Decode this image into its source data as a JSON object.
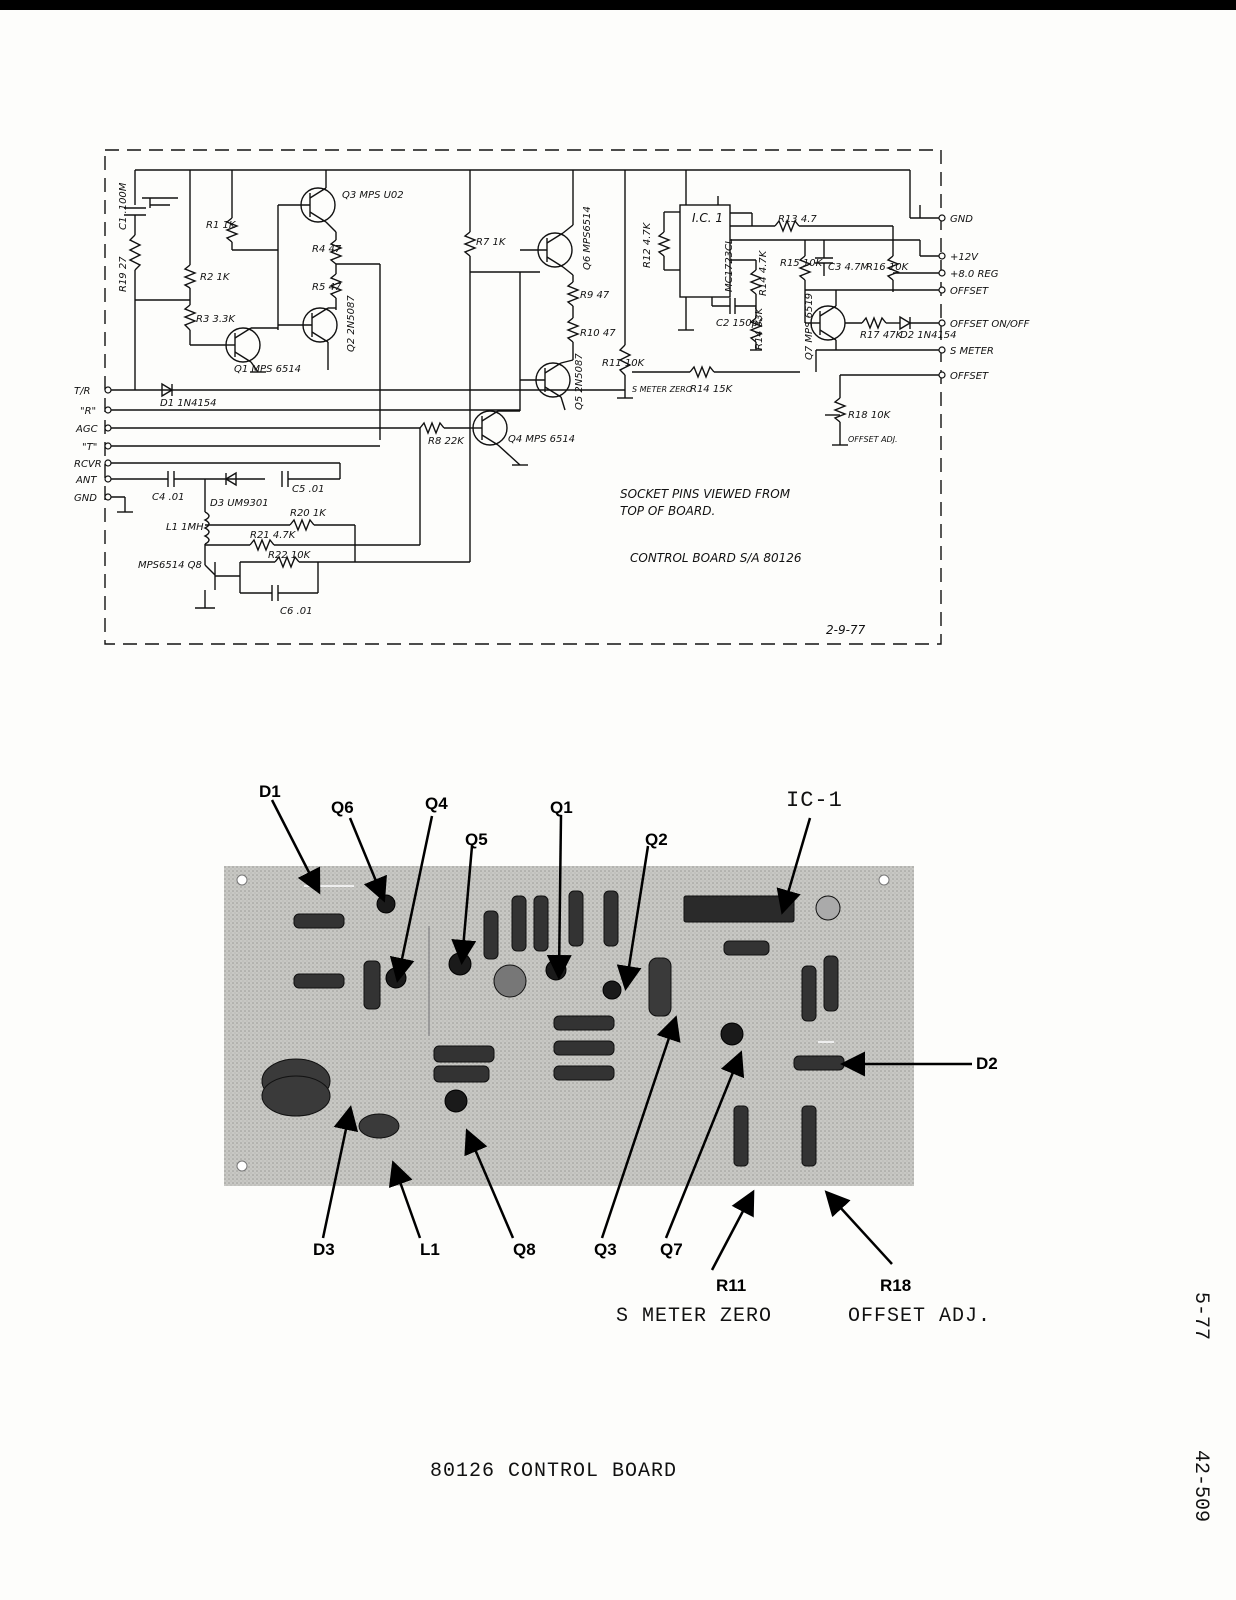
{
  "schematic": {
    "terminals_left": [
      "T/R",
      "\"R\"",
      "AGC",
      "\"T\"",
      "RCVR",
      "ANT",
      "GND"
    ],
    "terminals_right": [
      "GND",
      "+12V",
      "+8.0 REG",
      "OFFSET",
      "OFFSET ON/OFF",
      "S METER",
      "OFFSET"
    ],
    "components": {
      "c1": "C1 .100M",
      "r19": "R19 27",
      "r1": "R1 1K",
      "r2": "R2 1K",
      "r3": "R3 3.3K",
      "q1": "Q1 MPS 6514",
      "q2": "Q2 2N5087",
      "q3": "Q3 MPS U02",
      "r4": "R4 47",
      "r5": "R5 47",
      "d1": "D1 1N4154",
      "r7": "R7 1K",
      "q6": "Q6 MPS6514",
      "r9": "R9 47",
      "r10": "R10 47",
      "q5": "Q5 2N5087",
      "q4": "Q4 MPS 6514",
      "r8": "R8 22K",
      "ic1": "I.C. 1",
      "ic1_part": "MC1723CL",
      "r12": "R12 4.7K",
      "r13": "R13 4.7",
      "c2": "C2 150pf",
      "r14": "R14 33K",
      "r14b": "R14 4.7K",
      "r15": "R15 10K",
      "c3": "C3 4.7M",
      "r16": "R16 10K",
      "q7": "Q7 MPS 6519",
      "r17": "R17 47K",
      "d2": "D2 1N4154",
      "r11": "R11 10K",
      "r11_note": "S METER ZERO",
      "r14c": "R14 15K",
      "r18": "R18 10K",
      "r18_note": "OFFSET ADJ.",
      "c4": "C4 .01",
      "d3": "D3 UM9301",
      "c5": "C5 .01",
      "l1": "L1 1MH",
      "r20": "R20 1K",
      "r21": "R21 4.7K",
      "r22": "R22 10K",
      "q8": "MPS6514 Q8",
      "c6": "C6 .01"
    },
    "note_1": "SOCKET PINS VIEWED FROM",
    "note_2": "TOP OF BOARD.",
    "note_3": "CONTROL BOARD S/A 80126",
    "date": "2-9-77"
  },
  "callouts": {
    "d1": "D1",
    "q6": "Q6",
    "q4": "Q4",
    "q5": "Q5",
    "q1": "Q1",
    "q2": "Q2",
    "ic1": "IC-1",
    "d2": "D2",
    "d3": "D3",
    "l1": "L1",
    "q8": "Q8",
    "q3": "Q3",
    "q7": "Q7",
    "r11": "R11",
    "r18": "R18"
  },
  "r11_caption": "S METER ZERO",
  "r18_caption": "OFFSET ADJ.",
  "caption": "80126 CONTROL BOARD",
  "page_number": "5-77",
  "doc_number": "42-509"
}
